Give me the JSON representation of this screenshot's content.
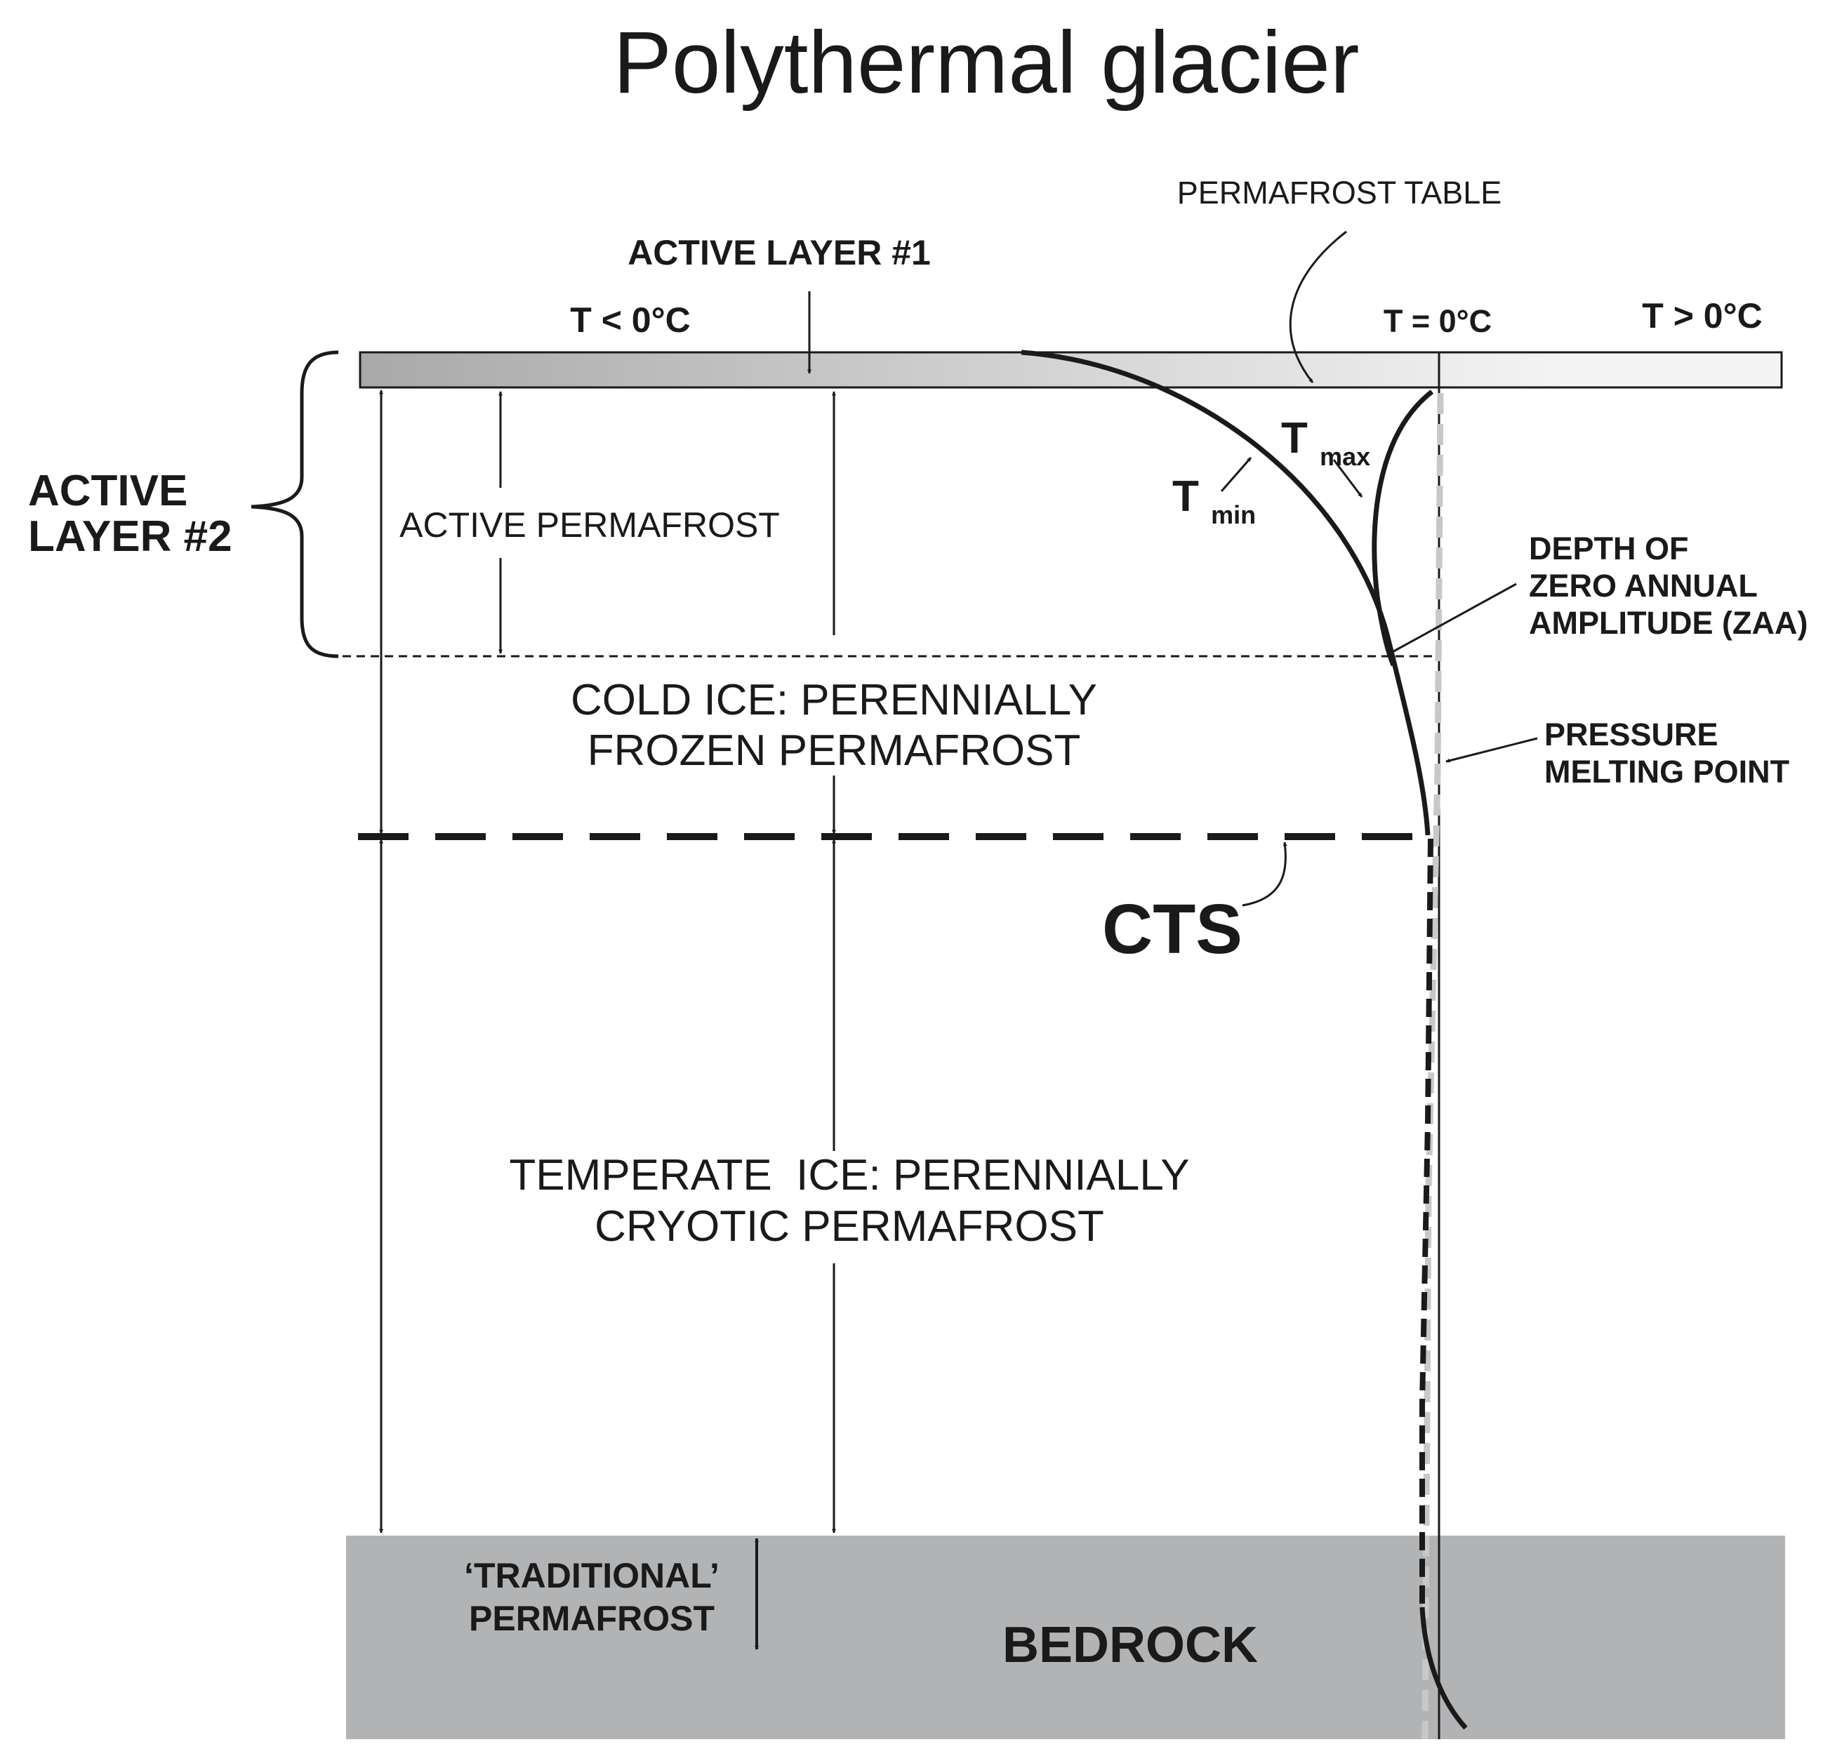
{
  "title": "Polythermal glacier",
  "labels": {
    "permafrost_table": "PERMAFROST TABLE",
    "active_layer_1": "ACTIVE LAYER #1",
    "t_below_zero": "T < 0°C",
    "t_equal_zero": "T = 0°C",
    "t_above_zero": "T > 0°C",
    "active_layer_2_line1": "ACTIVE",
    "active_layer_2_line2": "LAYER #2",
    "active_permafrost": "ACTIVE PERMAFROST",
    "t_max_base": "T",
    "t_max_sub": "max",
    "t_min_base": "T",
    "t_min_sub": "min",
    "zaa_line1": "DEPTH OF",
    "zaa_line2": "ZERO ANNUAL",
    "zaa_line3": "AMPLITUDE (ZAA)",
    "cold_ice_line1": "COLD ICE: PERENNIALLY",
    "cold_ice_line2": "FROZEN PERMAFROST",
    "pmp_line1": "PRESSURE",
    "pmp_line2": "MELTING POINT",
    "cts": "CTS",
    "temperate_line1": "TEMPERATE  ICE: PERENNIALLY",
    "temperate_line2": "CRYOTIC PERMAFROST",
    "traditional_line1": "‘TRADITIONAL’",
    "traditional_line2": "PERMAFROST",
    "bedrock": "BEDROCK"
  },
  "colors": {
    "ink": "#1a1a1a",
    "bedrock": "#b2b3b5",
    "surface_gradient_start": "#a9a9a9",
    "surface_gradient_end": "#f4f4f4",
    "pressure_melting_line": "#c8c8c8"
  }
}
